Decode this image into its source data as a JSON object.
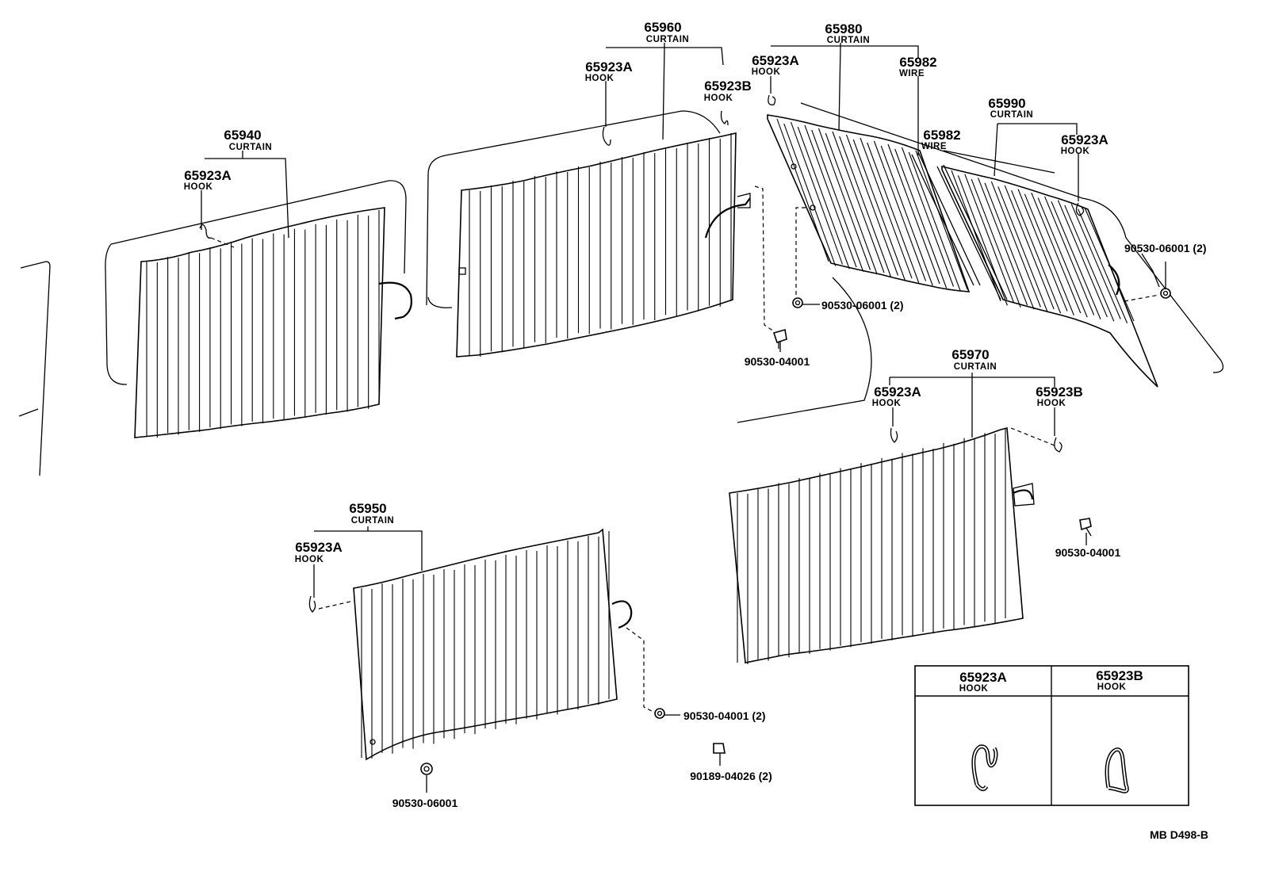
{
  "assemblies": [
    {
      "id": "c65940",
      "part": "65940",
      "name": "CURTAIN",
      "hook": {
        "part": "65923A",
        "name": "HOOK"
      }
    },
    {
      "id": "c65960",
      "part": "65960",
      "name": "CURTAIN",
      "hook": {
        "part": "65923A",
        "name": "HOOK"
      },
      "hook2": {
        "part": "65923B",
        "name": "HOOK"
      }
    },
    {
      "id": "c65980",
      "part": "65980",
      "name": "CURTAIN",
      "hook": {
        "part": "65923A",
        "name": "HOOK"
      },
      "wire": {
        "part": "65982",
        "name": "WIRE"
      }
    },
    {
      "id": "c65990",
      "part": "65990",
      "name": "CURTAIN",
      "hook": {
        "part": "65923A",
        "name": "HOOK"
      },
      "wire": {
        "part": "65982",
        "name": "WIRE"
      }
    },
    {
      "id": "c65970",
      "part": "65970",
      "name": "CURTAIN",
      "hook": {
        "part": "65923A",
        "name": "HOOK"
      },
      "hook2": {
        "part": "65923B",
        "name": "HOOK"
      }
    },
    {
      "id": "c65950",
      "part": "65950",
      "name": "CURTAIN",
      "hook": {
        "part": "65923A",
        "name": "HOOK"
      }
    }
  ],
  "fasteners": {
    "f1": "90530-06001 (2)",
    "f2": "90530-04001",
    "f3": "90530-06001 (2)",
    "f4": "90530-04001",
    "f5": "90530-04001 (2)",
    "f6": "90189-04026 (2)",
    "f7": "90530-06001"
  },
  "legend": [
    {
      "part": "65923A",
      "name": "HOOK"
    },
    {
      "part": "65923B",
      "name": "HOOK"
    }
  ],
  "code": "MB  D498-B"
}
